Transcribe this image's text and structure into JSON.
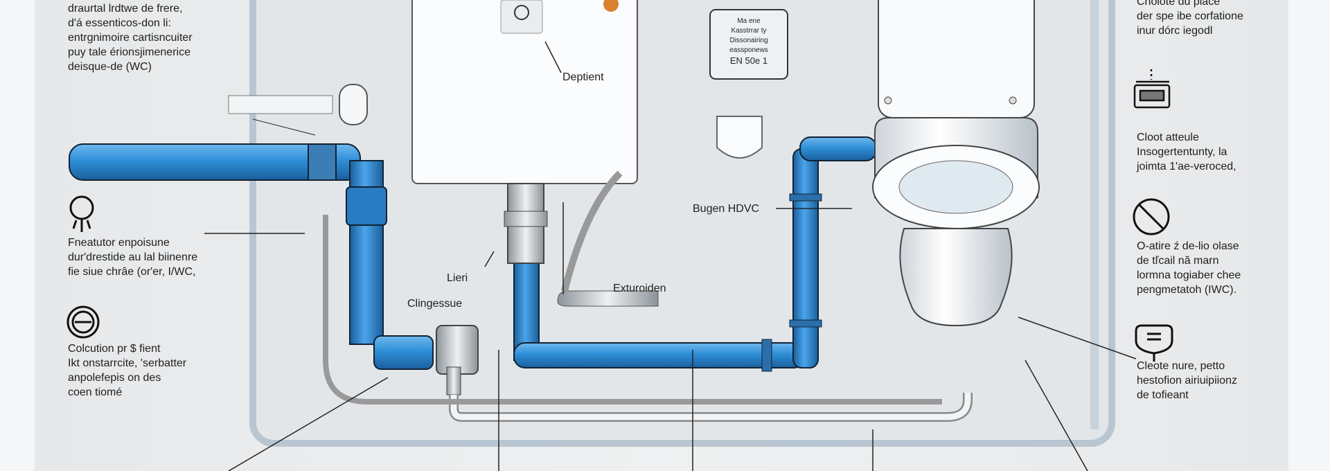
{
  "left_notes": [
    {
      "icon": "sun-valve-icon",
      "lines": [
        "draurtal lrdtwe de frere,",
        "d'á essenticos-don li:",
        "entrgnimoire cartisncuiter",
        "puy tale érionsjimenerice",
        "deisque-de (WC)"
      ]
    },
    {
      "icon": "sun-valve-icon",
      "lines": [
        "Fneatutor enpoisune",
        "dur'drestide au lal biinenre",
        "fie siue chrâe (or'er, I/WC,"
      ]
    },
    {
      "icon": "circle-s-icon",
      "lines": [
        "Colcution pr $ fient",
        "Ikt onstarrcite, 'serbatter",
        "anpolefepis on des",
        "coen tiomé"
      ]
    }
  ],
  "right_notes": [
    {
      "icon": "",
      "lines": [
        "Cholote du place",
        "der spe ibe corfatione",
        "inur dórc iegodl"
      ]
    },
    {
      "icon": "flush-box-icon",
      "lines": [
        "Cloot atteule",
        "Insogertentunty, la",
        "joimta 1'ae-veroced,"
      ]
    },
    {
      "icon": "prohibited-icon",
      "lines": [
        "O-atire ź de-lio olase",
        "de tľcail nă marn",
        "lormna togiaber chee",
        "pengmetatoh (IWC)."
      ]
    },
    {
      "icon": "filter-icon",
      "lines": [
        "Cleote nure, petto",
        "hestofion airiuipiionz",
        "de tofieant"
      ]
    }
  ],
  "labels": {
    "tank": "Deptient",
    "pipe": "Bugen HDVC",
    "link": "Lieri",
    "valve": "Clingessue",
    "hose": "Exturoiden"
  },
  "spec_box": [
    "Ma ene",
    "Kasstrrar ty",
    "Dissonairing",
    "eassponews",
    "EN 50e 1"
  ],
  "colors": {
    "pipe_blue": "#2f8fd8",
    "pipe_dark": "#1a5f9c",
    "panel": "#e8eaec",
    "ink": "#1e1e1e"
  }
}
